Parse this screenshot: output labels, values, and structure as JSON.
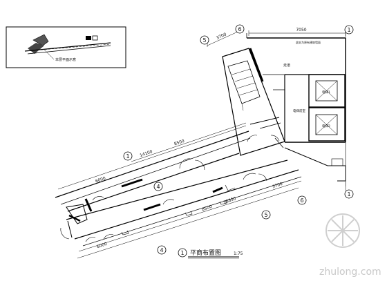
{
  "drawing": {
    "title": "平商布置图",
    "title_marker": "1",
    "scale": "1:75"
  },
  "key_plan": {
    "note": "本层平面示意"
  },
  "axes": {
    "a1_top": "1",
    "a1_right": "1",
    "a5_top": "5",
    "a6_top": "6",
    "a1_diag": "1",
    "a4_diag": "4",
    "a5_lower": "5",
    "a6_lower": "6",
    "a4_bottom": "4"
  },
  "dimensions": {
    "top_7050": "7050",
    "top_3700": "3700",
    "upper_14100": "14100",
    "upper_8500": "8500",
    "upper_6000": "6000",
    "lower_3700": "3700",
    "lower_18850": "18850",
    "lower_8500": "8500",
    "lower_6000": "6000"
  },
  "rooms": {
    "corridor": "走道",
    "elevator_lobby": "电梯前室",
    "elevator_1": "电梯1",
    "elevator_2": "电梯2",
    "top_note": "此处为原有建筑墙面"
  },
  "watermark": {
    "text": "zhulong.com"
  }
}
